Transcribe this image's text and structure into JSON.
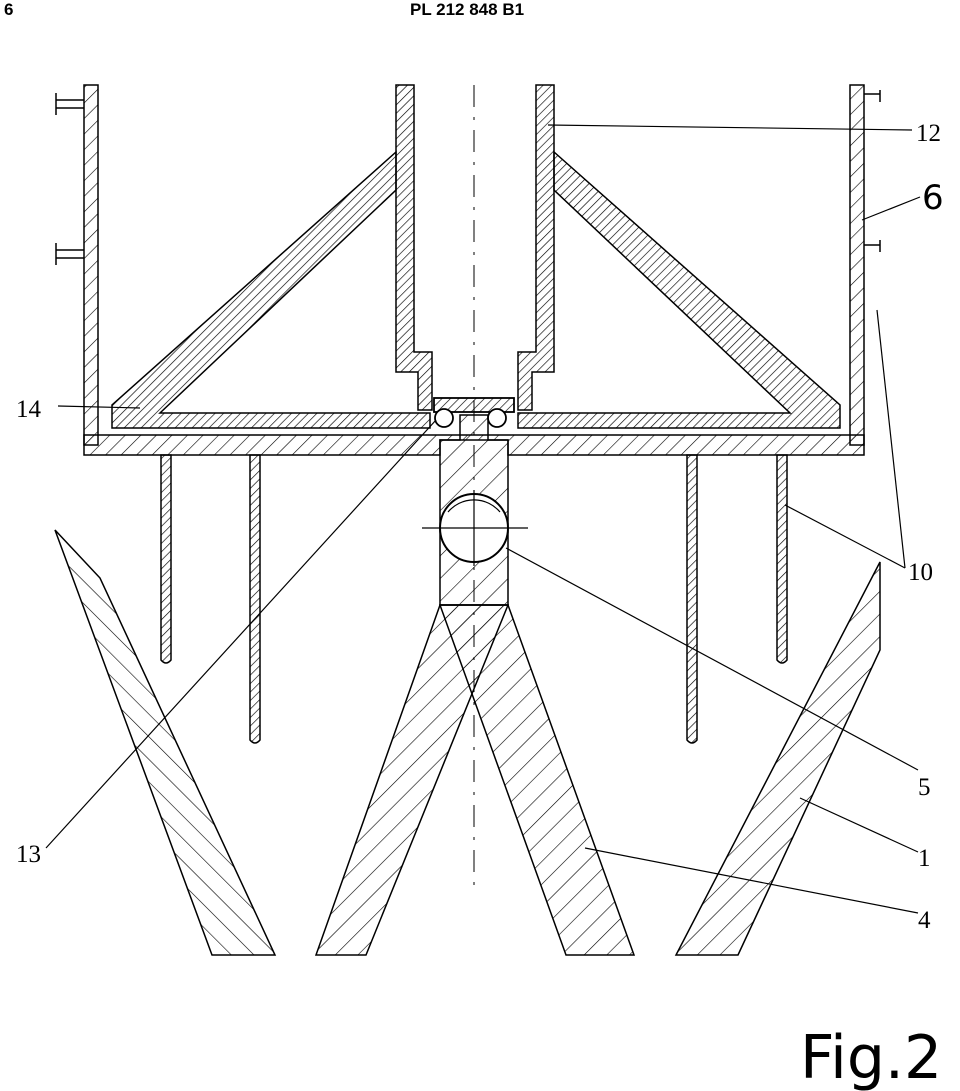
{
  "header": {
    "page_number": "6",
    "patent_number": "PL 212 848 B1"
  },
  "references": {
    "ref_12": "12",
    "ref_6": "6",
    "ref_14": "14",
    "ref_10": "10",
    "ref_5": "5",
    "ref_13": "13",
    "ref_1": "1",
    "ref_4": "4"
  },
  "figure": {
    "label": "Fig.2"
  }
}
